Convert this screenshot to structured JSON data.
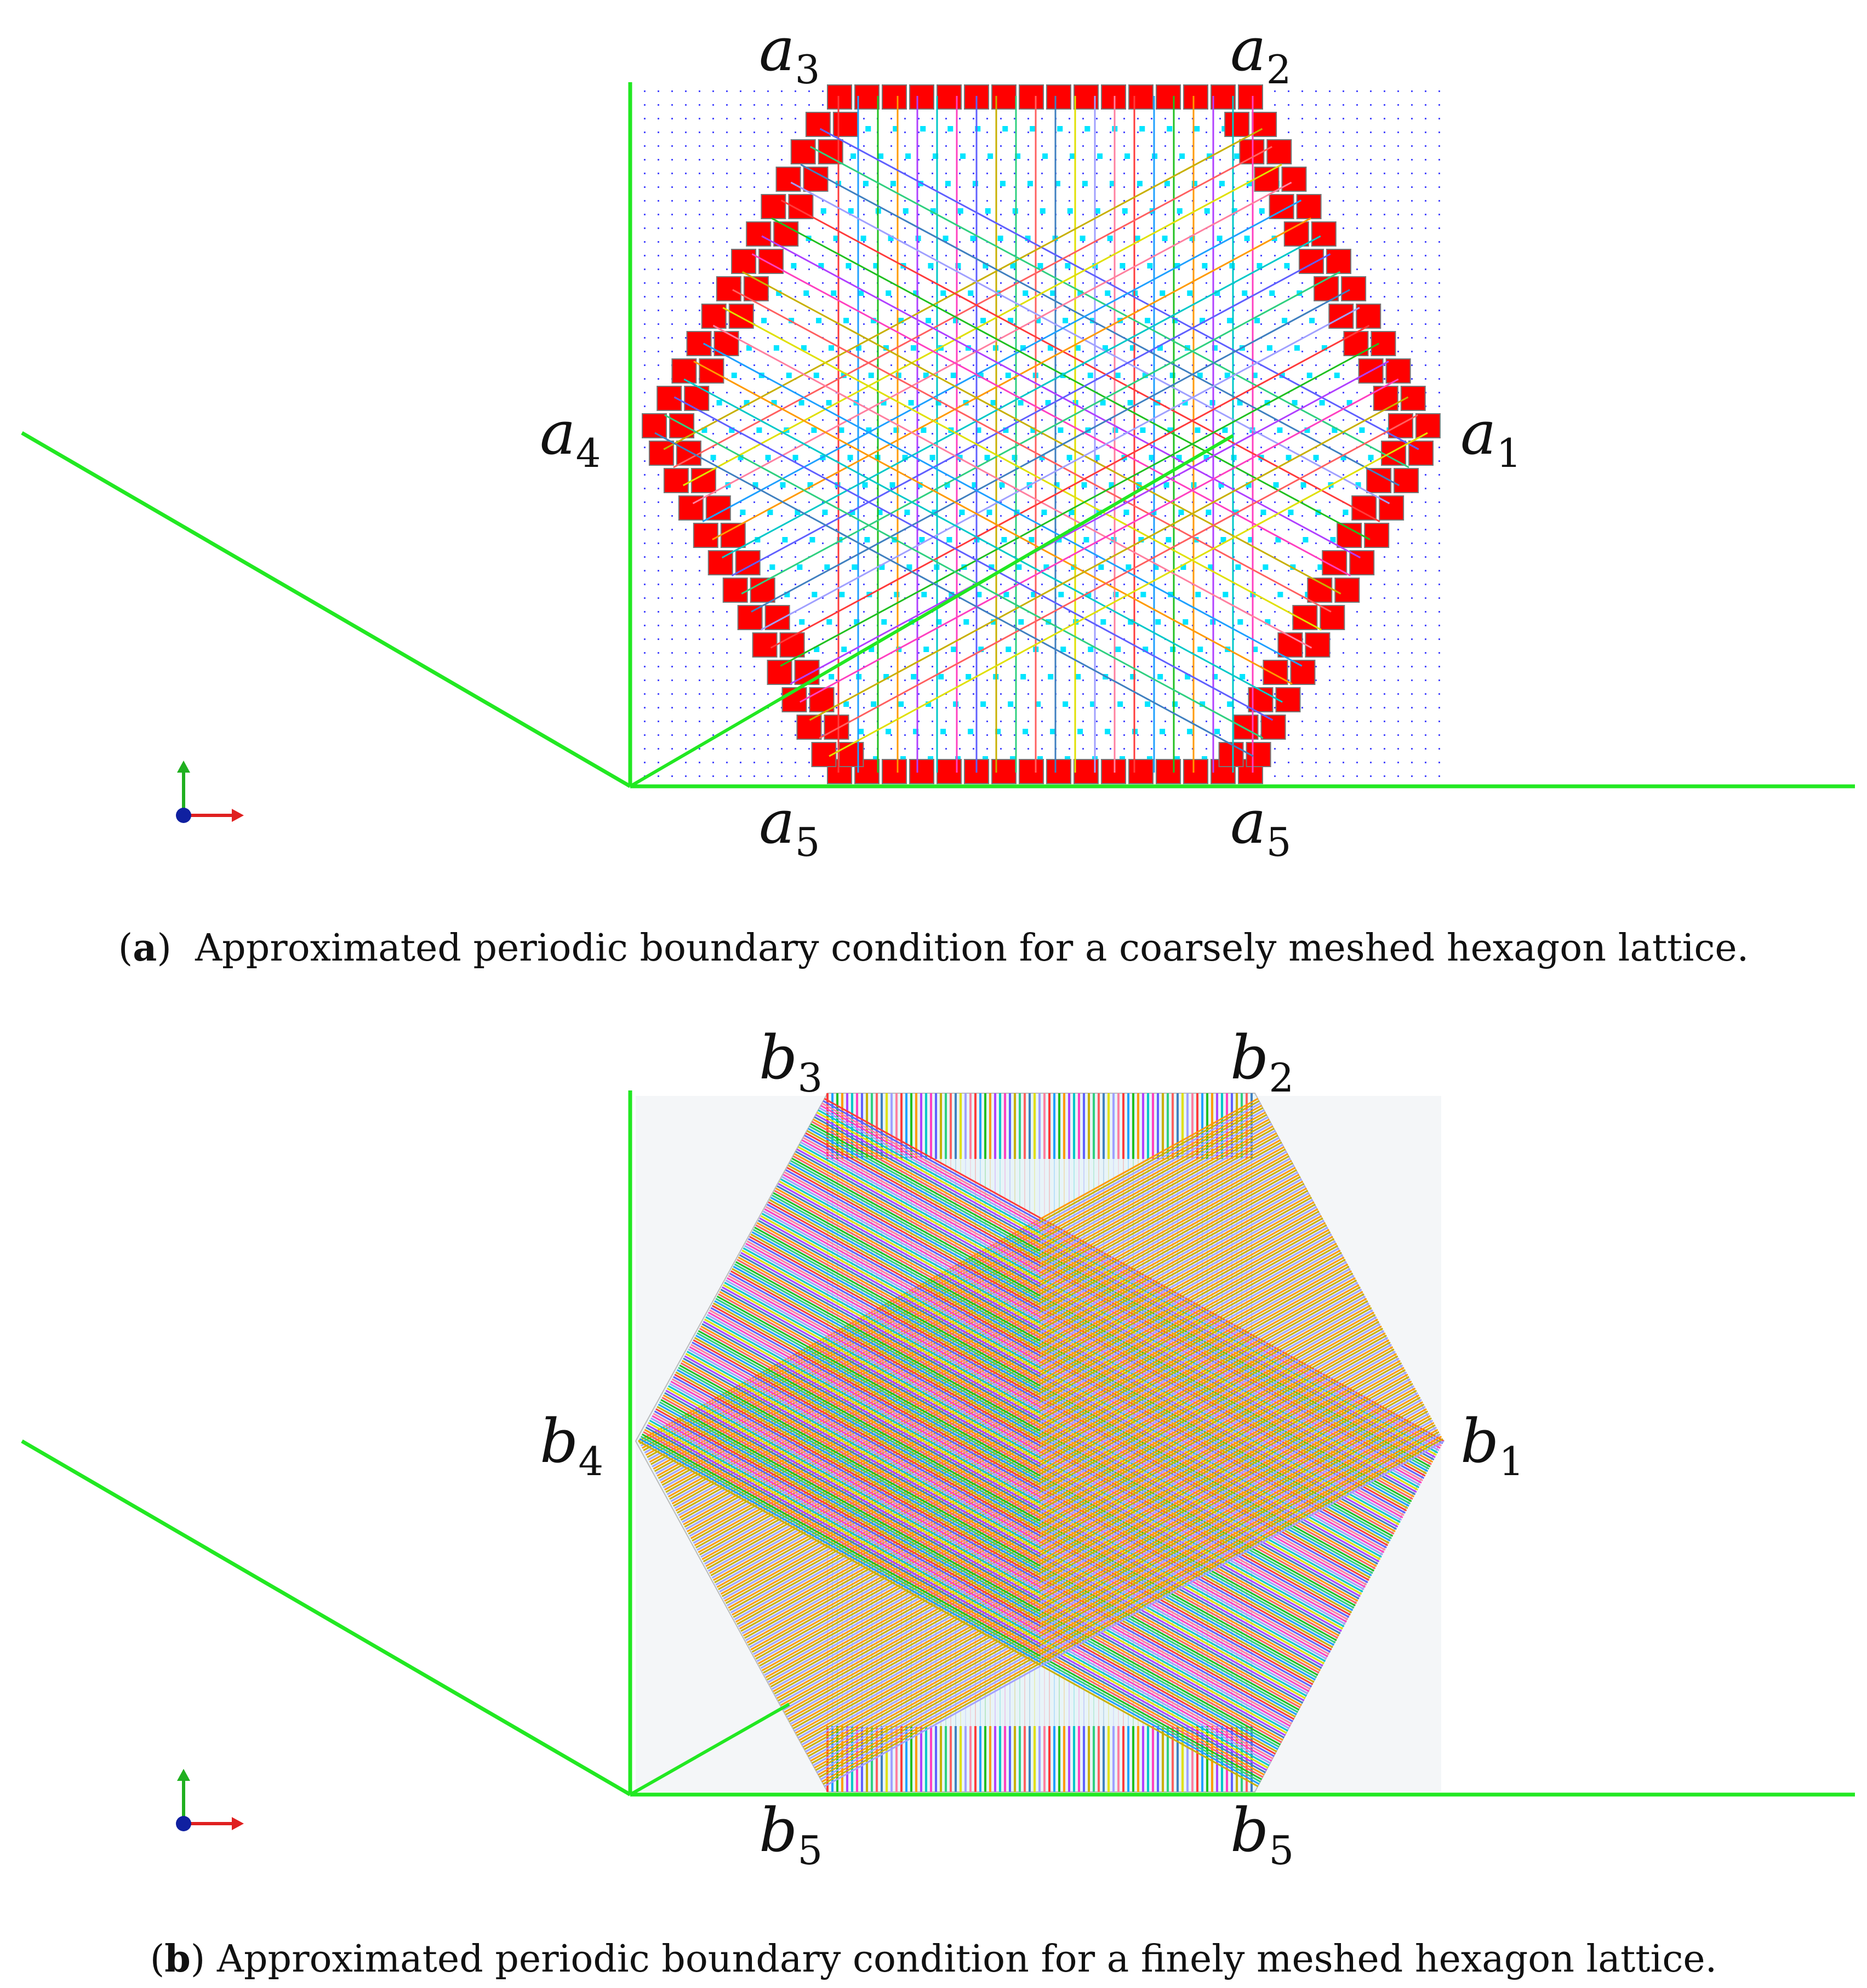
{
  "panel_a": {
    "labels": {
      "top_left": {
        "letter": "a",
        "sub": "3"
      },
      "top_right": {
        "letter": "a",
        "sub": "2"
      },
      "left": {
        "letter": "a",
        "sub": "4"
      },
      "right": {
        "letter": "a",
        "sub": "1"
      },
      "bottom_left": {
        "letter": "a",
        "sub": "5"
      },
      "bottom_right": {
        "letter": "a",
        "sub": "5"
      }
    },
    "caption": {
      "tag_open": "(",
      "tag_bold": "a",
      "tag_close": ")",
      "text": "Approximated periodic boundary condition for a coarsely meshed hexagon lattice."
    }
  },
  "panel_b": {
    "labels": {
      "top_left": {
        "letter": "b",
        "sub": "3"
      },
      "top_right": {
        "letter": "b",
        "sub": "2"
      },
      "left": {
        "letter": "b",
        "sub": "4"
      },
      "right": {
        "letter": "b",
        "sub": "1"
      },
      "bottom_left": {
        "letter": "b",
        "sub": "5"
      },
      "bottom_right": {
        "letter": "b",
        "sub": "5"
      }
    },
    "caption": {
      "tag_open": "(",
      "tag_bold": "b",
      "tag_close": ")",
      "text": "Approximated periodic boundary condition for a finely meshed hexagon lattice."
    }
  },
  "colors": {
    "axis_green": "#22e822",
    "boundary_red": "#ff0000",
    "node_cyan": "#00e5ff",
    "grid_dot_blue": "#4a4aff",
    "triad_x": "#e02020",
    "triad_y": "#20b020",
    "triad_z": "#1020a0"
  }
}
